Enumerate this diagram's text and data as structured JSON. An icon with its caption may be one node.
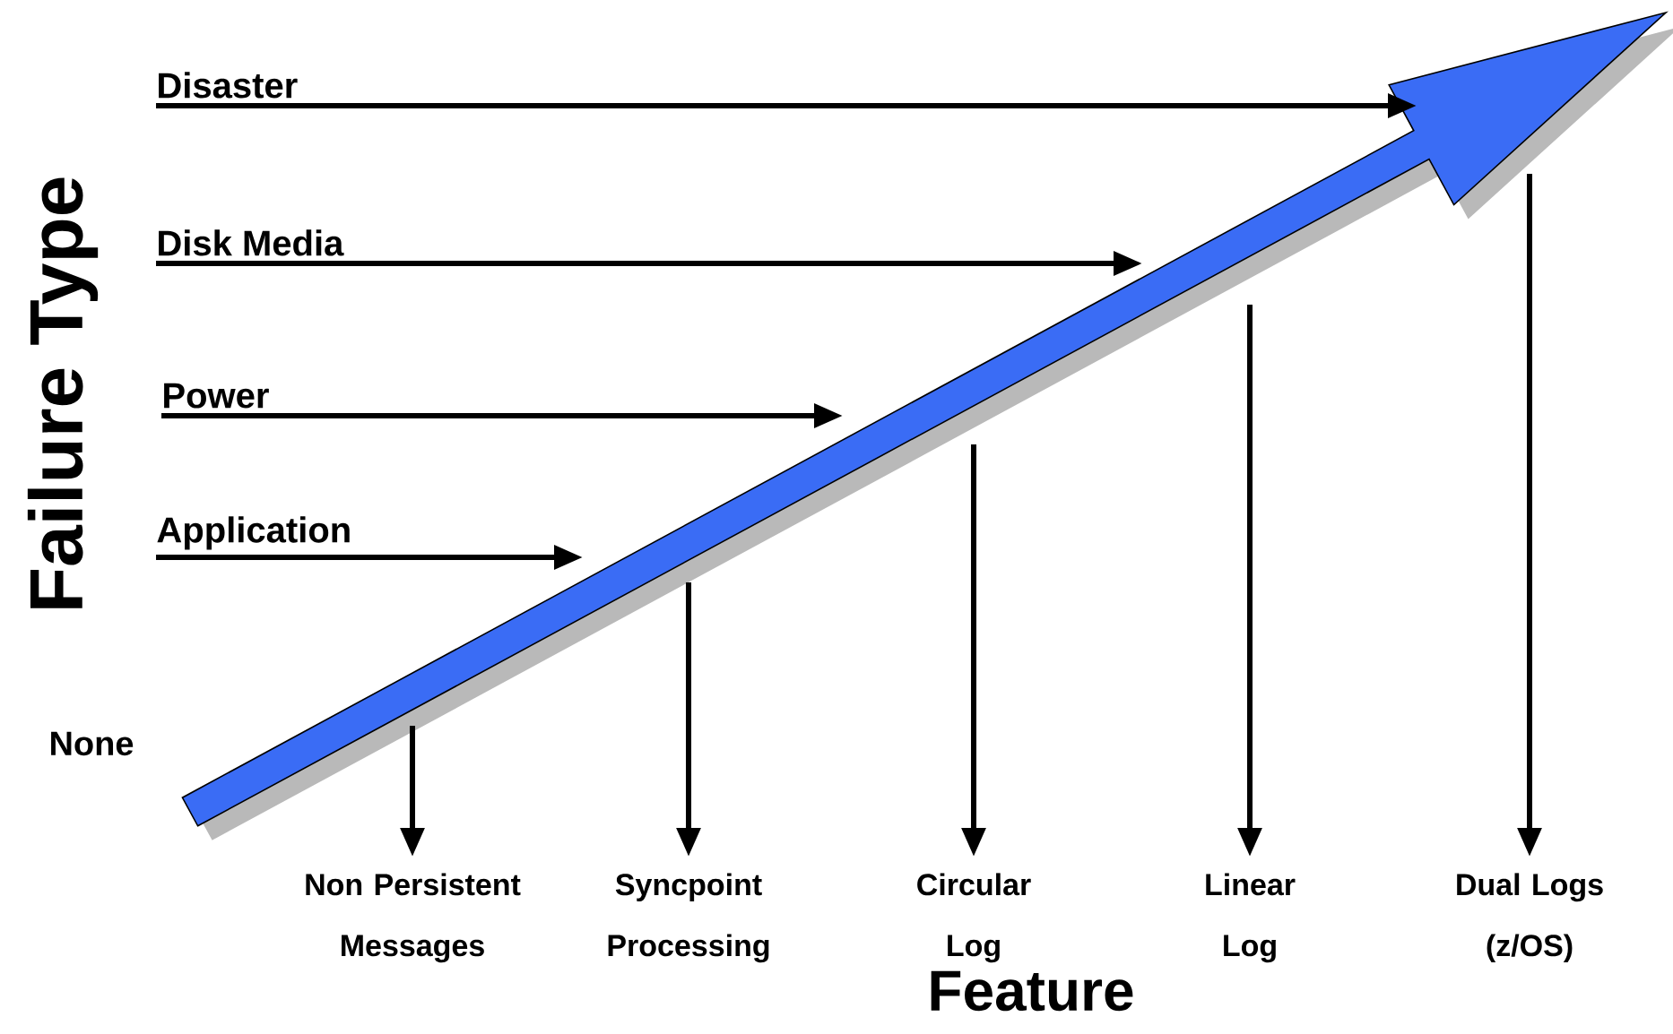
{
  "diagram": {
    "nodes": [
      {
        "text": [
          "Disaster"
        ]
      },
      {
        "text": [
          "Disk Media"
        ]
      },
      {
        "text": [
          "Power"
        ]
      },
      {
        "text": [
          "Application"
        ]
      },
      {
        "text": [
          "Non Persistent Messages"
        ]
      },
      {
        "text": [
          "Syncpoint Processing"
        ]
      },
      {
        "text": [
          "Circular Log"
        ]
      },
      {
        "text": [
          "Linear Log"
        ]
      },
      {
        "text": [
          "Dual Logs (z/OS)"
        ]
      }
    ],
    "edges": [
      {
        "from": 0,
        "to": null,
        "arrow": "to"
      },
      {
        "from": 1,
        "to": null,
        "arrow": "to"
      },
      {
        "from": 2,
        "to": null,
        "arrow": "to"
      },
      {
        "from": 3,
        "to": null,
        "arrow": "to"
      },
      {
        "from": null,
        "to": 4,
        "arrow": "to"
      },
      {
        "from": null,
        "to": 5,
        "arrow": "to"
      },
      {
        "from": null,
        "to": 6,
        "arrow": "to"
      },
      {
        "from": null,
        "to": 7,
        "arrow": "to"
      },
      {
        "from": null,
        "to": 8,
        "arrow": "to"
      }
    ],
    "labels": [
      "Failure Type",
      "None",
      "Feature"
    ]
  }
}
